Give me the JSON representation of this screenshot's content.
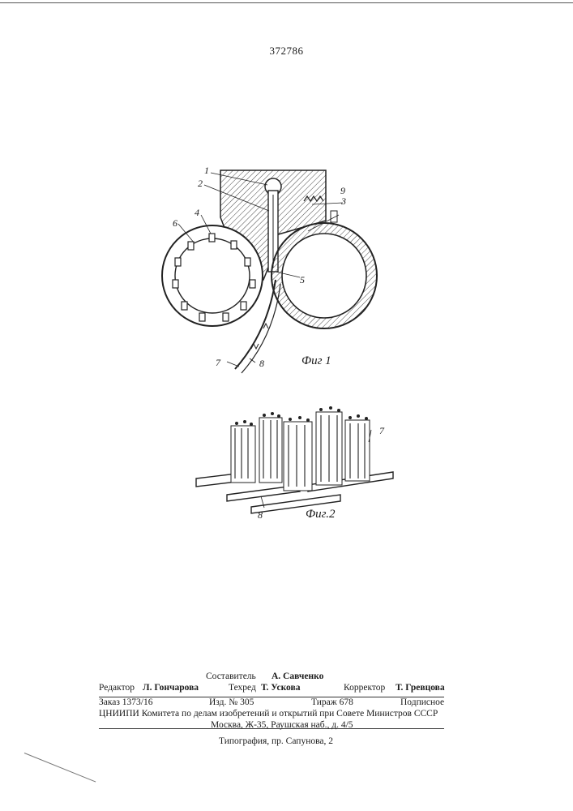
{
  "patent_number": "372786",
  "figures": [
    {
      "caption": "Фиг 1",
      "labels": [
        "1",
        "2",
        "3",
        "4",
        "5",
        "6",
        "7",
        "8",
        "9"
      ]
    },
    {
      "caption": "Фиг.2",
      "labels": [
        "7",
        "8"
      ]
    }
  ],
  "colophon": {
    "compiler_label": "Составитель",
    "compiler": "А. Савченко",
    "editor_label": "Редактор",
    "editor": "Л. Гончарова",
    "techred_label": "Техред",
    "techred": "Т. Ускова",
    "corrector_label": "Корректор",
    "corrector": "Т. Гревцова",
    "order": "Заказ 1373/16",
    "edition": "Изд. № 305",
    "circulation": "Тираж 678",
    "subscription": "Подписное",
    "org_line": "ЦНИИПИ Комитета по делам изобретений и открытий при Совете Министров СССР",
    "address": "Москва, Ж-35, Раушская наб., д. 4/5",
    "printer": "Типография, пр. Сапунова, 2"
  }
}
